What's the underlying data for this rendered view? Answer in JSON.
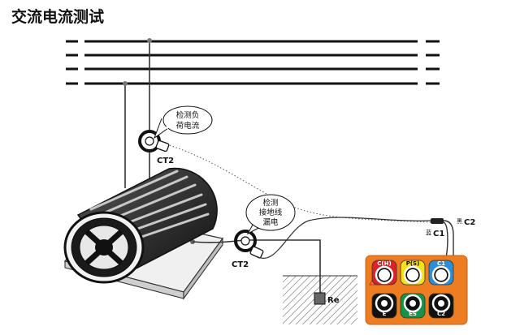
{
  "title": "交流电流测试",
  "bubble_load": {
    "line1": "检测负",
    "line2": "荷电流"
  },
  "bubble_leak": {
    "line1": "检测",
    "line2": "接地线",
    "line3": "漏电"
  },
  "clamp_top_label": "CT2",
  "clamp_bottom_label": "CT2",
  "ground_electrode_label": "Re",
  "wire_black": {
    "prefix": "黑",
    "terminal": "C2"
  },
  "wire_blue": {
    "prefix": "蓝",
    "terminal": "C1"
  },
  "terminals_top": [
    {
      "label": "C(H)",
      "color": "#d8232a"
    },
    {
      "label": "P(S)",
      "color": "#f2e21a"
    },
    {
      "label": "C1",
      "color": "#2a8fd6"
    }
  ],
  "terminals_bottom": [
    {
      "label": "E",
      "color": "#111111"
    },
    {
      "label": "ES",
      "color": "#159447"
    },
    {
      "label": "C2",
      "color": "#111111"
    }
  ],
  "colors": {
    "instrument_panel": "#ee7d22",
    "wire": "#333333",
    "dotted_wire": "#555555"
  }
}
